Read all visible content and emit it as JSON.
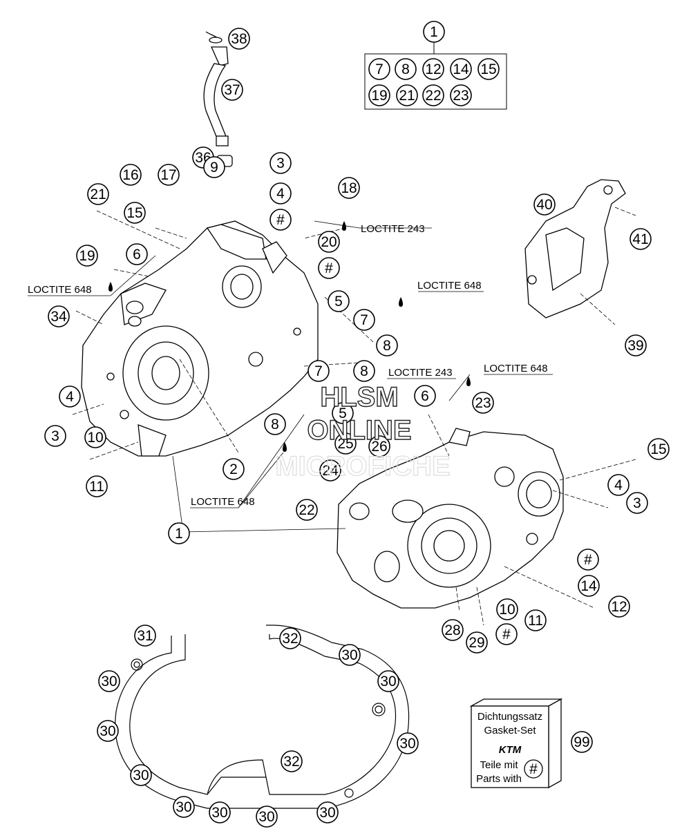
{
  "callouts": [
    {
      "id": "c1a",
      "label": "1"
    },
    {
      "id": "c7k",
      "label": "7"
    },
    {
      "id": "c8k",
      "label": "8"
    },
    {
      "id": "c12k",
      "label": "12"
    },
    {
      "id": "c14k",
      "label": "14"
    },
    {
      "id": "c15k",
      "label": "15"
    },
    {
      "id": "c19k",
      "label": "19"
    },
    {
      "id": "c21k",
      "label": "21"
    },
    {
      "id": "c22k",
      "label": "22"
    },
    {
      "id": "c23k",
      "label": "23"
    },
    {
      "id": "c38",
      "label": "38"
    },
    {
      "id": "c37",
      "label": "37"
    },
    {
      "id": "c36",
      "label": "36"
    },
    {
      "id": "c3a",
      "label": "3"
    },
    {
      "id": "c16",
      "label": "16"
    },
    {
      "id": "c17",
      "label": "17"
    },
    {
      "id": "c9",
      "label": "9"
    },
    {
      "id": "c4a",
      "label": "4"
    },
    {
      "id": "chash1",
      "label": "#"
    },
    {
      "id": "c18",
      "label": "18"
    },
    {
      "id": "c21",
      "label": "21"
    },
    {
      "id": "c15a",
      "label": "15"
    },
    {
      "id": "c20",
      "label": "20"
    },
    {
      "id": "chash2",
      "label": "#"
    },
    {
      "id": "c19",
      "label": "19"
    },
    {
      "id": "c6a",
      "label": "6"
    },
    {
      "id": "c40",
      "label": "40"
    },
    {
      "id": "c41",
      "label": "41"
    },
    {
      "id": "c5a",
      "label": "5"
    },
    {
      "id": "c7a",
      "label": "7"
    },
    {
      "id": "c8a",
      "label": "8"
    },
    {
      "id": "c34",
      "label": "34"
    },
    {
      "id": "c39",
      "label": "39"
    },
    {
      "id": "c7b",
      "label": "7"
    },
    {
      "id": "c8b",
      "label": "8"
    },
    {
      "id": "c6b",
      "label": "6"
    },
    {
      "id": "c4b",
      "label": "4"
    },
    {
      "id": "c3b",
      "label": "3"
    },
    {
      "id": "c10a",
      "label": "10"
    },
    {
      "id": "c8c",
      "label": "8"
    },
    {
      "id": "c5b",
      "label": "5"
    },
    {
      "id": "c23",
      "label": "23"
    },
    {
      "id": "c25",
      "label": "25"
    },
    {
      "id": "c26",
      "label": "26"
    },
    {
      "id": "c15b",
      "label": "15"
    },
    {
      "id": "c24",
      "label": "24"
    },
    {
      "id": "c2",
      "label": "2"
    },
    {
      "id": "c11a",
      "label": "11"
    },
    {
      "id": "c4c",
      "label": "4"
    },
    {
      "id": "c3c",
      "label": "3"
    },
    {
      "id": "c22",
      "label": "22"
    },
    {
      "id": "c1b",
      "label": "1"
    },
    {
      "id": "chash3",
      "label": "#"
    },
    {
      "id": "c14",
      "label": "14"
    },
    {
      "id": "c12",
      "label": "12"
    },
    {
      "id": "c10b",
      "label": "10"
    },
    {
      "id": "c11b",
      "label": "11"
    },
    {
      "id": "c28",
      "label": "28"
    },
    {
      "id": "chash4",
      "label": "#"
    },
    {
      "id": "c29",
      "label": "29"
    },
    {
      "id": "c31",
      "label": "31"
    },
    {
      "id": "c32a",
      "label": "32"
    },
    {
      "id": "c30a",
      "label": "30"
    },
    {
      "id": "c30b",
      "label": "30"
    },
    {
      "id": "c30c",
      "label": "30"
    },
    {
      "id": "c30d",
      "label": "30"
    },
    {
      "id": "c30e",
      "label": "30"
    },
    {
      "id": "c30f",
      "label": "30"
    },
    {
      "id": "c30g",
      "label": "30"
    },
    {
      "id": "c30h",
      "label": "30"
    },
    {
      "id": "c30i",
      "label": "30"
    },
    {
      "id": "c30j",
      "label": "30"
    },
    {
      "id": "c32b",
      "label": "32"
    },
    {
      "id": "c99",
      "label": "99"
    }
  ],
  "labels": {
    "loctite_243_top": "LOCTITE 243",
    "loctite_648_left": "LOCTITE 648",
    "loctite_648_right_top": "LOCTITE 648",
    "loctite_243_mid": "LOCTITE 243",
    "loctite_648_mid": "LOCTITE 648",
    "loctite_648_bottom": "LOCTITE 648"
  },
  "watermark": {
    "line1": "HLSM",
    "line2": "ONLINE",
    "line3": "MICROFICHE"
  },
  "gasket_box": {
    "line1": "Dichtungssatz",
    "line2": "Gasket-Set",
    "logo": "KTM",
    "line3": "Teile mit",
    "line4": "Parts with",
    "badge": "#"
  },
  "colors": {
    "ink": "#000000",
    "paper": "#ffffff"
  }
}
